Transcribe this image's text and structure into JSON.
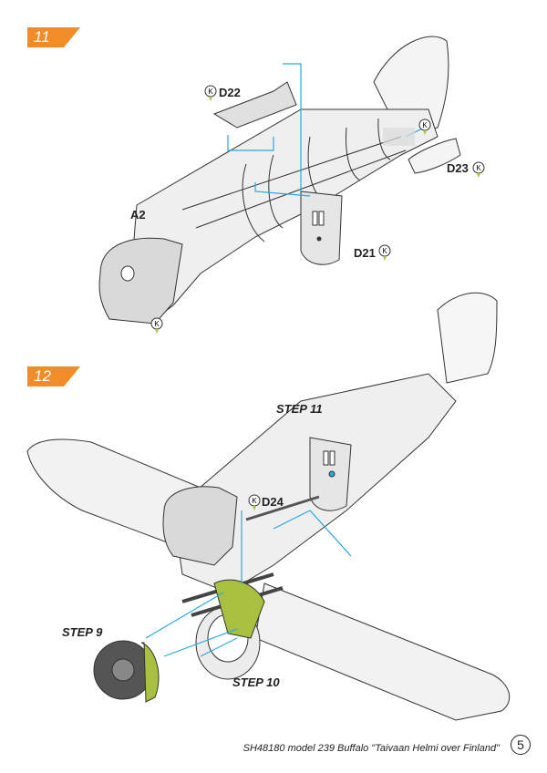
{
  "steps": [
    {
      "number": "11",
      "color": "#f28c28"
    },
    {
      "number": "12",
      "color": "#f28c28"
    }
  ],
  "step11": {
    "parts": {
      "d22": "D22",
      "a2": "A2",
      "d21": "D21",
      "d23": "D23"
    }
  },
  "step12": {
    "refs": {
      "step11": "STEP 11",
      "step9": "STEP 9",
      "step10": "STEP 10"
    },
    "parts": {
      "d24": "D24"
    }
  },
  "badge_letter": "K",
  "colors": {
    "line": "#2aa9e0",
    "green": "#a8c040",
    "part_gray": "#e4e4e4",
    "outline": "#333333"
  },
  "footer": {
    "text": "SH48180 model 239 Buffalo \"Taivaan Helmi over Finland\"",
    "page": "5"
  }
}
